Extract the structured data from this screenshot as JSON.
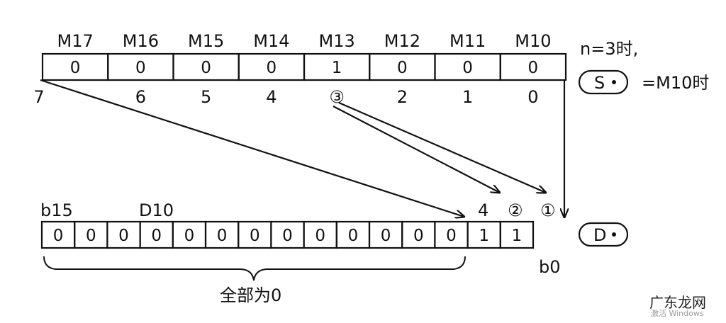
{
  "source_row": {
    "labels": [
      "M17",
      "M16",
      "M15",
      "M14",
      "M13",
      "M12",
      "M11",
      "M10"
    ],
    "values": [
      "0",
      "0",
      "0",
      "0",
      "1",
      "0",
      "0",
      "0"
    ],
    "indices": [
      "7",
      "6",
      "5",
      "4",
      "③",
      "2",
      "1",
      "0"
    ]
  },
  "note_n": "n=3时,",
  "source_operand": {
    "letter": "S",
    "suffix": "=M10时"
  },
  "dest_row": {
    "label_left": "b15",
    "label_reg": "D10",
    "values": [
      "0",
      "0",
      "0",
      "0",
      "0",
      "0",
      "0",
      "0",
      "0",
      "0",
      "0",
      "0",
      "0",
      "1",
      "1"
    ],
    "marker_4": "4",
    "marker_2": "②",
    "marker_1": "①",
    "label_b0": "b0"
  },
  "dest_operand": {
    "letter": "D"
  },
  "brace_caption": "全部为0",
  "watermark": {
    "site": "广东龙网",
    "os": "激活 Windows"
  }
}
